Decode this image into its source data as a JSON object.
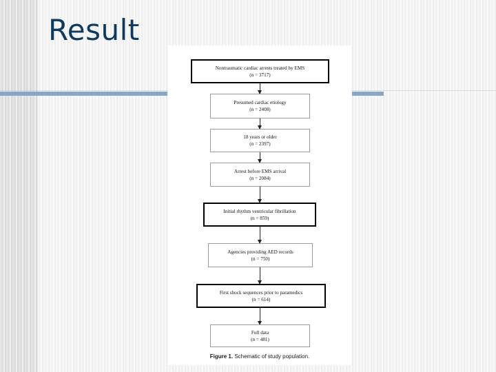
{
  "slide": {
    "title": "Result",
    "accent_color": "#8aa5c6",
    "title_color": "#10395e",
    "background_color": "#f7f7f7"
  },
  "figure": {
    "caption_prefix": "Figure 1.",
    "caption_text": "Schematic of study population.",
    "chart_data": {
      "type": "flowchart",
      "title": "Schematic of study population",
      "orientation": "vertical",
      "nodes": [
        {
          "id": "n1",
          "label": "Nontraumatic cardiac arrests treated by EMS",
          "count_label": "(n = 3717)",
          "n": 3717
        },
        {
          "id": "n2",
          "label": "Presumed cardiac etiology",
          "count_label": "(n = 2408)",
          "n": 2408
        },
        {
          "id": "n3",
          "label": "18 years or older",
          "count_label": "(n = 2397)",
          "n": 2397
        },
        {
          "id": "n4",
          "label": "Arrest before EMS arrival",
          "count_label": "(n = 2084)",
          "n": 2084
        },
        {
          "id": "n5",
          "label": "Initial rhythm ventricular fibrillation",
          "count_label": "(n = 859)",
          "n": 859
        },
        {
          "id": "n6",
          "label": "Agencies providing AED records",
          "count_label": "(n = 750)",
          "n": 750
        },
        {
          "id": "n7",
          "label": "First shock sequences prior to paramedics",
          "count_label": "(n = 614)",
          "n": 614
        },
        {
          "id": "n8",
          "label": "Full data",
          "count_label": "(n = 481)",
          "n": 481
        }
      ],
      "edges": [
        {
          "from": "n1",
          "to": "n2"
        },
        {
          "from": "n2",
          "to": "n3"
        },
        {
          "from": "n3",
          "to": "n4"
        },
        {
          "from": "n4",
          "to": "n5"
        },
        {
          "from": "n5",
          "to": "n6"
        },
        {
          "from": "n6",
          "to": "n7"
        },
        {
          "from": "n7",
          "to": "n8"
        }
      ]
    }
  }
}
